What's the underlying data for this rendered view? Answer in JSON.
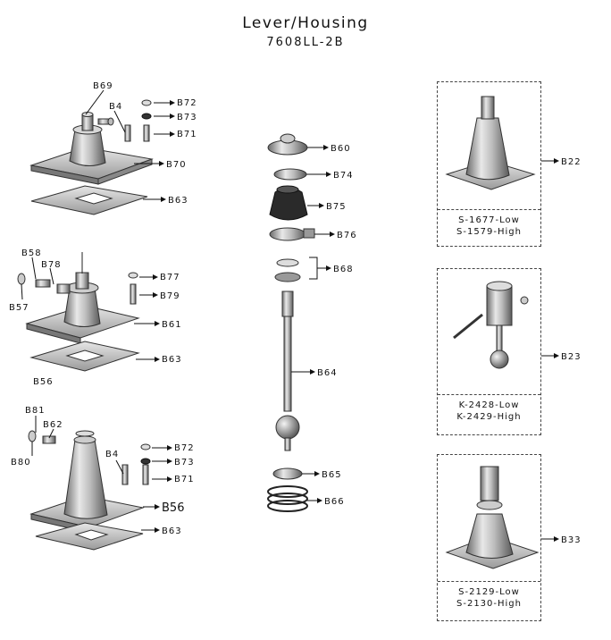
{
  "title": "Lever/Housing",
  "subtitle": "7608LL-2B",
  "labels": {
    "b69": "B69",
    "b4a": "B4",
    "b72a": "B72",
    "b73a": "B73",
    "b71a": "B71",
    "b70": "B70",
    "b63a": "B63",
    "b58": "B58",
    "b78": "B78",
    "b57": "B57",
    "b77": "B77",
    "b79": "B79",
    "b61": "B61",
    "b63b": "B63",
    "b56a": "B56",
    "b81": "B81",
    "b62": "B62",
    "b80": "B80",
    "b4b": "B4",
    "b72b": "B72",
    "b73b": "B73",
    "b71b": "B71",
    "b56b": "B56",
    "b63c": "B63",
    "b60": "B60",
    "b74": "B74",
    "b75": "B75",
    "b76": "B76",
    "b68": "B68",
    "b64": "B64",
    "b65": "B65",
    "b66": "B66",
    "b22": "B22",
    "b23": "B23",
    "b33": "B33"
  },
  "boxes": [
    {
      "id": "b22",
      "line1": "S-1677-Low",
      "line2": "S-1579-High"
    },
    {
      "id": "b23",
      "line1": "K-2428-Low",
      "line2": "K-2429-High"
    },
    {
      "id": "b33",
      "line1": "S-2129-Low",
      "line2": "S-2130-High"
    }
  ]
}
